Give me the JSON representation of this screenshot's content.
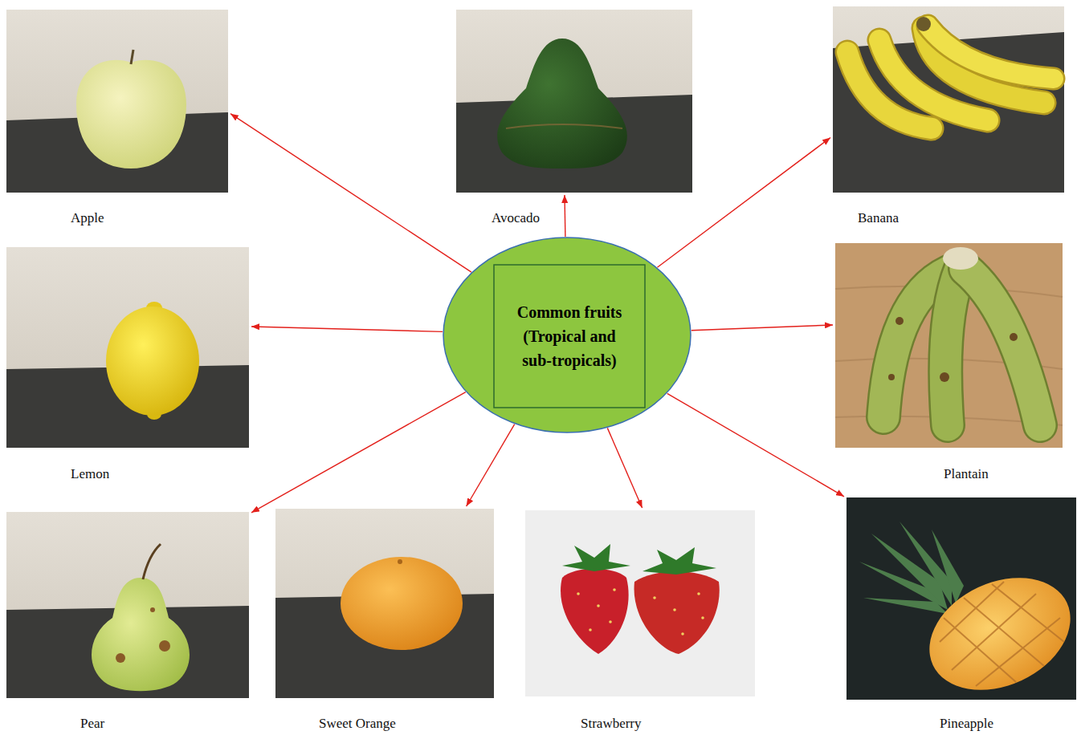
{
  "diagram": {
    "nodes": [
      {
        "text": [
          "Apple"
        ]
      },
      {
        "text": [
          "Avocado"
        ]
      },
      {
        "text": [
          "Banana"
        ]
      },
      {
        "text": [
          "Lemon"
        ]
      },
      {
        "text": [
          "Common fruits (Tropical and sub-tropicals)"
        ]
      },
      {
        "text": [
          "Plantain"
        ]
      },
      {
        "text": [
          "Pear"
        ]
      },
      {
        "text": [
          "Sweet Orange"
        ]
      },
      {
        "text": [
          "Strawberry"
        ]
      },
      {
        "text": [
          "Pineapple"
        ]
      }
    ],
    "edges": [
      {
        "from": 4,
        "to": 0,
        "arrow": "to"
      },
      {
        "from": 4,
        "to": 1,
        "arrow": "to"
      },
      {
        "from": 4,
        "to": 2,
        "arrow": "to"
      },
      {
        "from": 4,
        "to": 3,
        "arrow": "to"
      },
      {
        "from": 4,
        "to": 5,
        "arrow": "to"
      },
      {
        "from": 4,
        "to": 6,
        "arrow": "to"
      },
      {
        "from": 4,
        "to": 7,
        "arrow": "to"
      },
      {
        "from": 4,
        "to": 8,
        "arrow": "to"
      },
      {
        "from": 4,
        "to": 9,
        "arrow": "to"
      }
    ]
  }
}
